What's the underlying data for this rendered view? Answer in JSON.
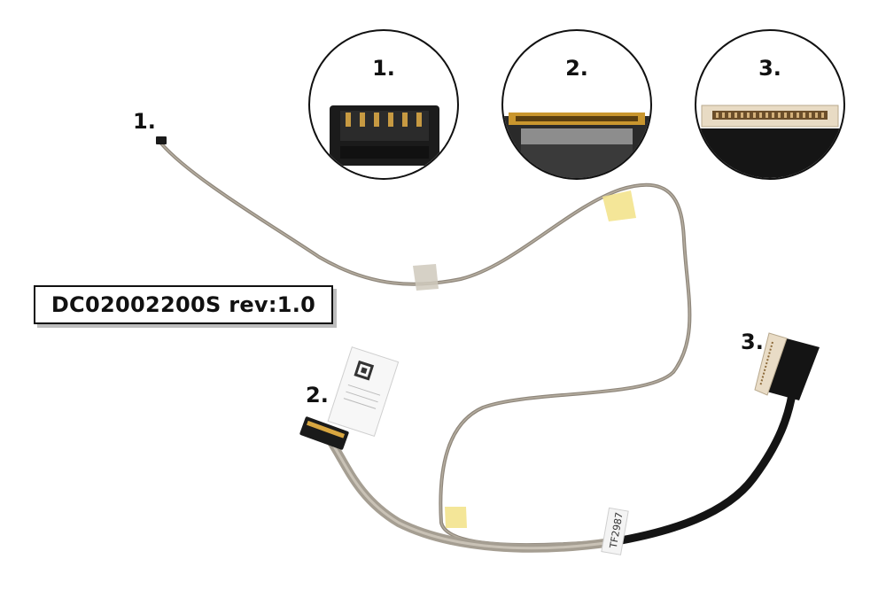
{
  "part_number": "DC02002200S rev:1.0",
  "connector_labels": [
    "1.",
    "2.",
    "3."
  ],
  "zoom_labels": [
    "1.",
    "2.",
    "3."
  ],
  "sticker_text": "TF2987"
}
